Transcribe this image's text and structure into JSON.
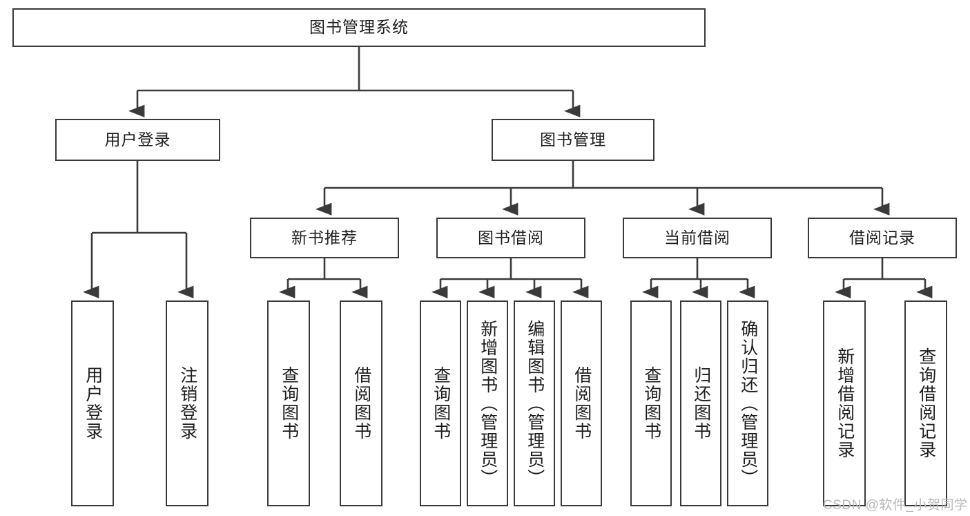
{
  "diagram": {
    "title": "图书管理系统",
    "type": "functional-structure-tree",
    "watermark": "CSDN @软件_小贺同学",
    "colors": {
      "background": "#ffffff",
      "stroke": "#3a3a3a",
      "text": "#1d1d1d",
      "watermark": "#b9b9b9"
    },
    "root": {
      "label": "图书管理系统"
    },
    "level2": [
      {
        "id": "user-login",
        "label": "用户登录"
      },
      {
        "id": "book-management",
        "label": "图书管理"
      }
    ],
    "level3": [
      {
        "id": "new-book-recommend",
        "label": "新书推荐",
        "parent": "book-management"
      },
      {
        "id": "book-borrow",
        "label": "图书借阅",
        "parent": "book-management"
      },
      {
        "id": "current-borrow",
        "label": "当前借阅",
        "parent": "book-management"
      },
      {
        "id": "borrow-record",
        "label": "借阅记录",
        "parent": "book-management"
      }
    ],
    "leaves": {
      "user_login": [
        {
          "id": "leaf-user-login",
          "label": "用户登录"
        },
        {
          "id": "leaf-logout-login",
          "label": "注销登录"
        }
      ],
      "new_book_recommend": [
        {
          "id": "leaf-query-book-1",
          "label": "查询图书"
        },
        {
          "id": "leaf-borrow-book-1",
          "label": "借阅图书"
        }
      ],
      "book_borrow": [
        {
          "id": "leaf-query-book-2",
          "label": "查询图书"
        },
        {
          "id": "leaf-add-book",
          "label": "新增图书（管理员）"
        },
        {
          "id": "leaf-edit-book",
          "label": "编辑图书（管理员）"
        },
        {
          "id": "leaf-borrow-book-2",
          "label": "借阅图书"
        }
      ],
      "current_borrow": [
        {
          "id": "leaf-query-book-3",
          "label": "查询图书"
        },
        {
          "id": "leaf-return-book",
          "label": "归还图书"
        },
        {
          "id": "leaf-confirm-return",
          "label": "确认归还（管理员）"
        }
      ],
      "borrow_record": [
        {
          "id": "leaf-add-record",
          "label": "新增借阅记录"
        },
        {
          "id": "leaf-query-record",
          "label": "查询借阅记录"
        }
      ]
    }
  }
}
